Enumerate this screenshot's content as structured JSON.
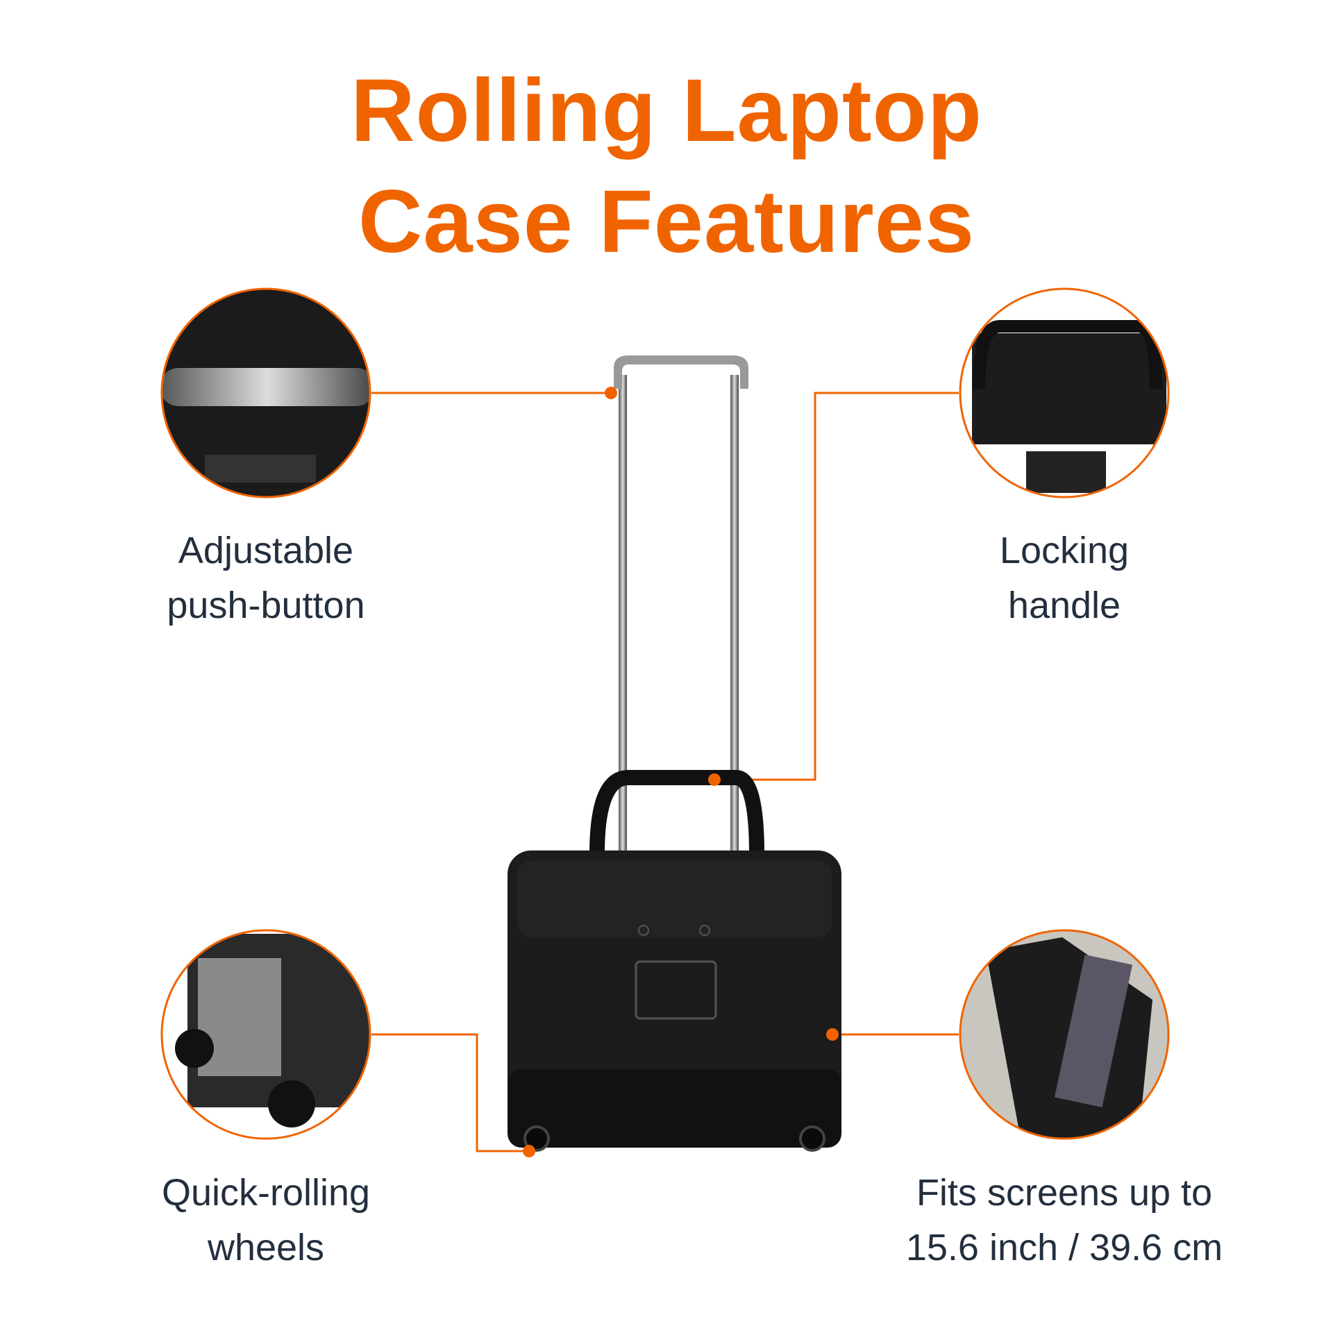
{
  "title": {
    "line1": "Rolling Laptop",
    "line2": "Case Features"
  },
  "features": [
    {
      "line1": "Adjustable",
      "line2": "push-button",
      "icon": "telescoping-handle-closeup"
    },
    {
      "line1": "Locking",
      "line2": "handle",
      "icon": "carry-handle-closeup"
    },
    {
      "line1": "Quick-rolling",
      "line2": "wheels",
      "icon": "wheels-closeup"
    },
    {
      "line1": "Fits screens up to",
      "line2": "15.6 inch / 39.6 cm",
      "icon": "open-compartment-closeup"
    }
  ],
  "colors": {
    "accent": "#f06400",
    "text": "#232f3e",
    "bag": "#1a1a1a"
  }
}
